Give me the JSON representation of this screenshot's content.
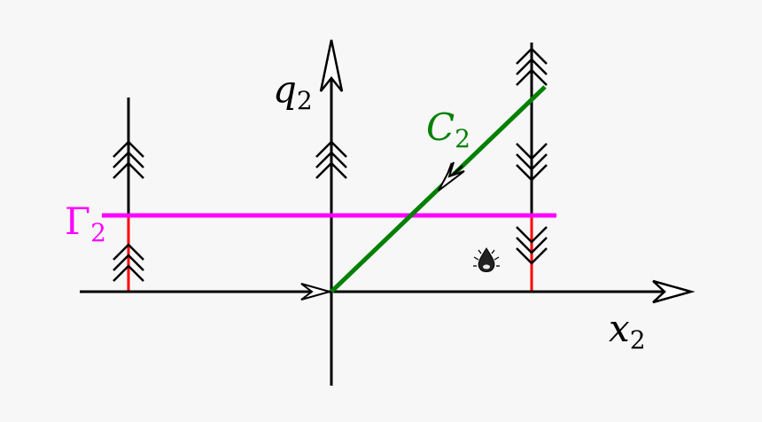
{
  "diagram": {
    "labels": {
      "q_axis": "q",
      "q_axis_sub": "2",
      "x_axis": "x",
      "x_axis_sub": "2",
      "contour_c": "C",
      "contour_c_sub": "2",
      "contour_gamma": "Γ",
      "contour_gamma_sub": "2"
    },
    "colors": {
      "background": "#f7f7f7",
      "axes": "#000000",
      "contour_c": "#008000",
      "contour_gamma": "#ff00ff",
      "boundary": "#ff0000"
    },
    "icons": {
      "singularity": "spiky-drop-icon"
    }
  }
}
